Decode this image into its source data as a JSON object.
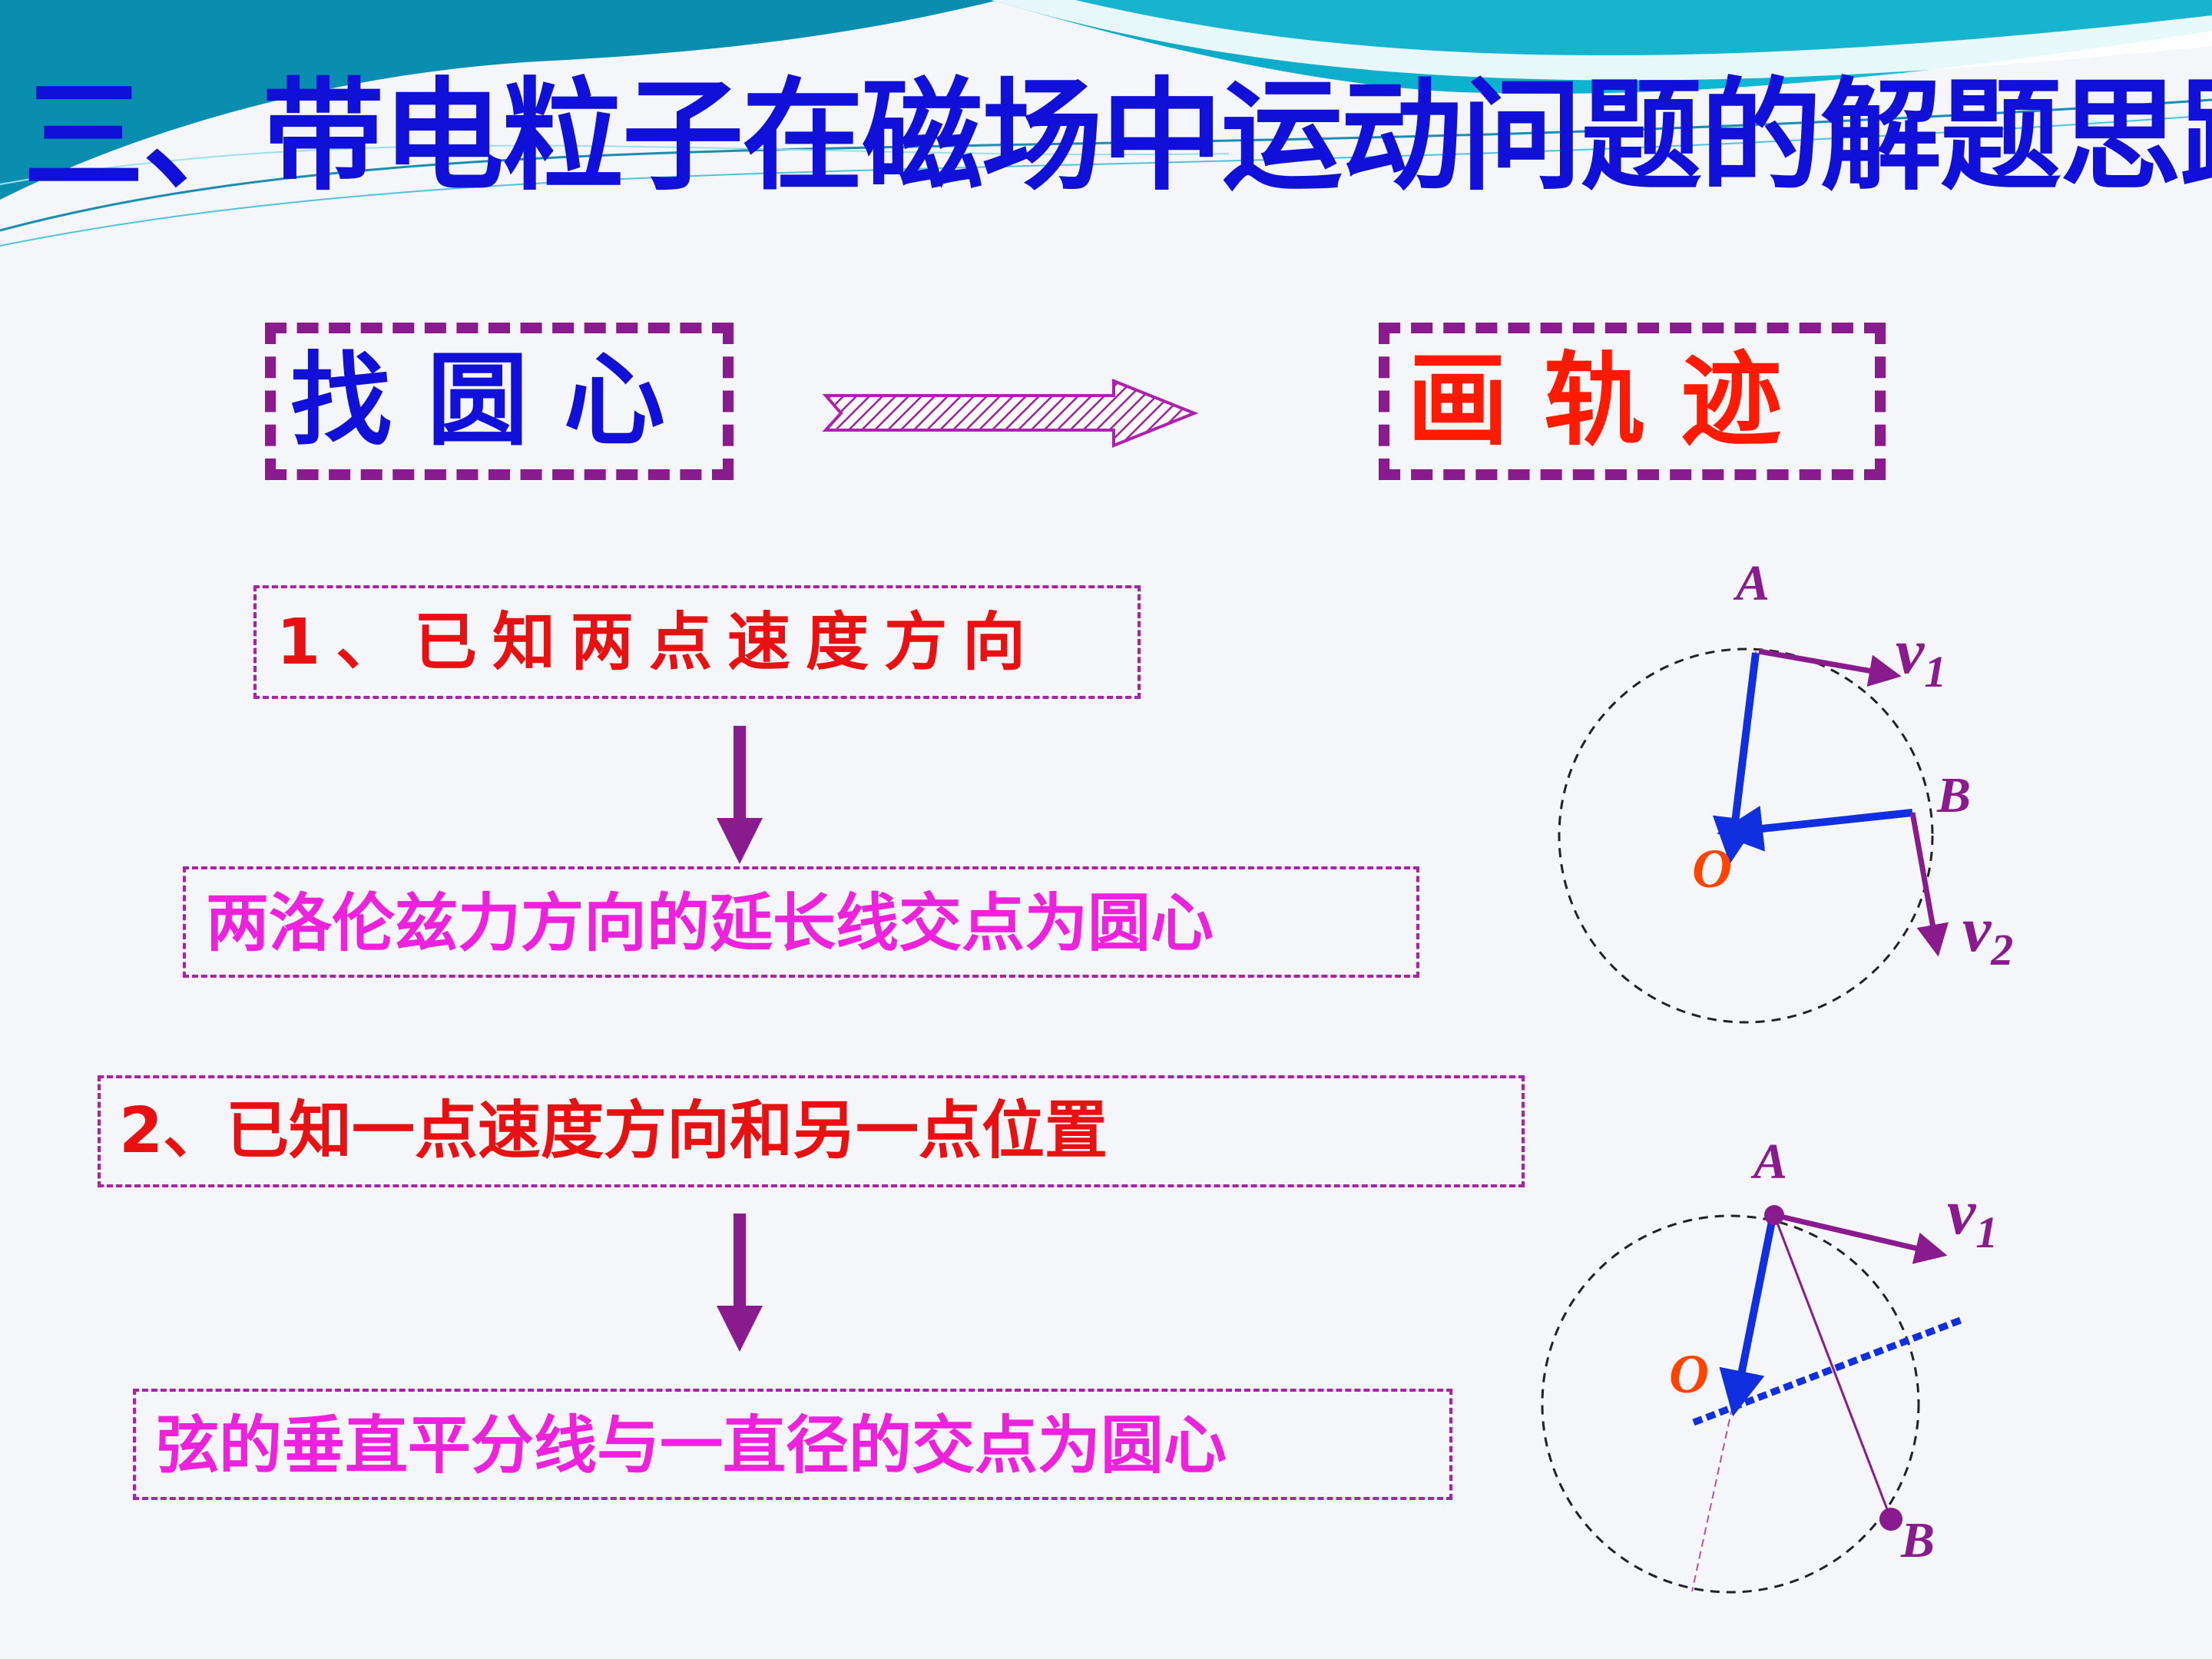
{
  "title": "三、带电粒子在磁场中运动问题的解题思路",
  "header": {
    "find_center": "找 圆 心",
    "draw_trajectory": "画 轨 迹"
  },
  "method1": {
    "condition": "1、已知两点速度方向",
    "result": "两洛伦兹力方向的延长线交点为圆心"
  },
  "method2": {
    "condition": "2、已知一点速度方向和另一点位置",
    "result": "弦的垂直平分线与一直径的交点为圆心"
  },
  "diagram1": {
    "point_a": "A",
    "point_b": "B",
    "center": "O",
    "v1": "v",
    "v1_sub": "1",
    "v2": "v",
    "v2_sub": "2"
  },
  "diagram2": {
    "point_a": "A",
    "point_b": "B",
    "center": "O",
    "v1": "v",
    "v1_sub": "1"
  },
  "colors": {
    "title": "#1010d8",
    "condition": "#e81010",
    "result": "#ee22dd",
    "frame": "#8a1b8e",
    "force_arrow": "#1030e0",
    "velocity_arrow": "#8a1b8e",
    "center_label": "#ff4400"
  }
}
